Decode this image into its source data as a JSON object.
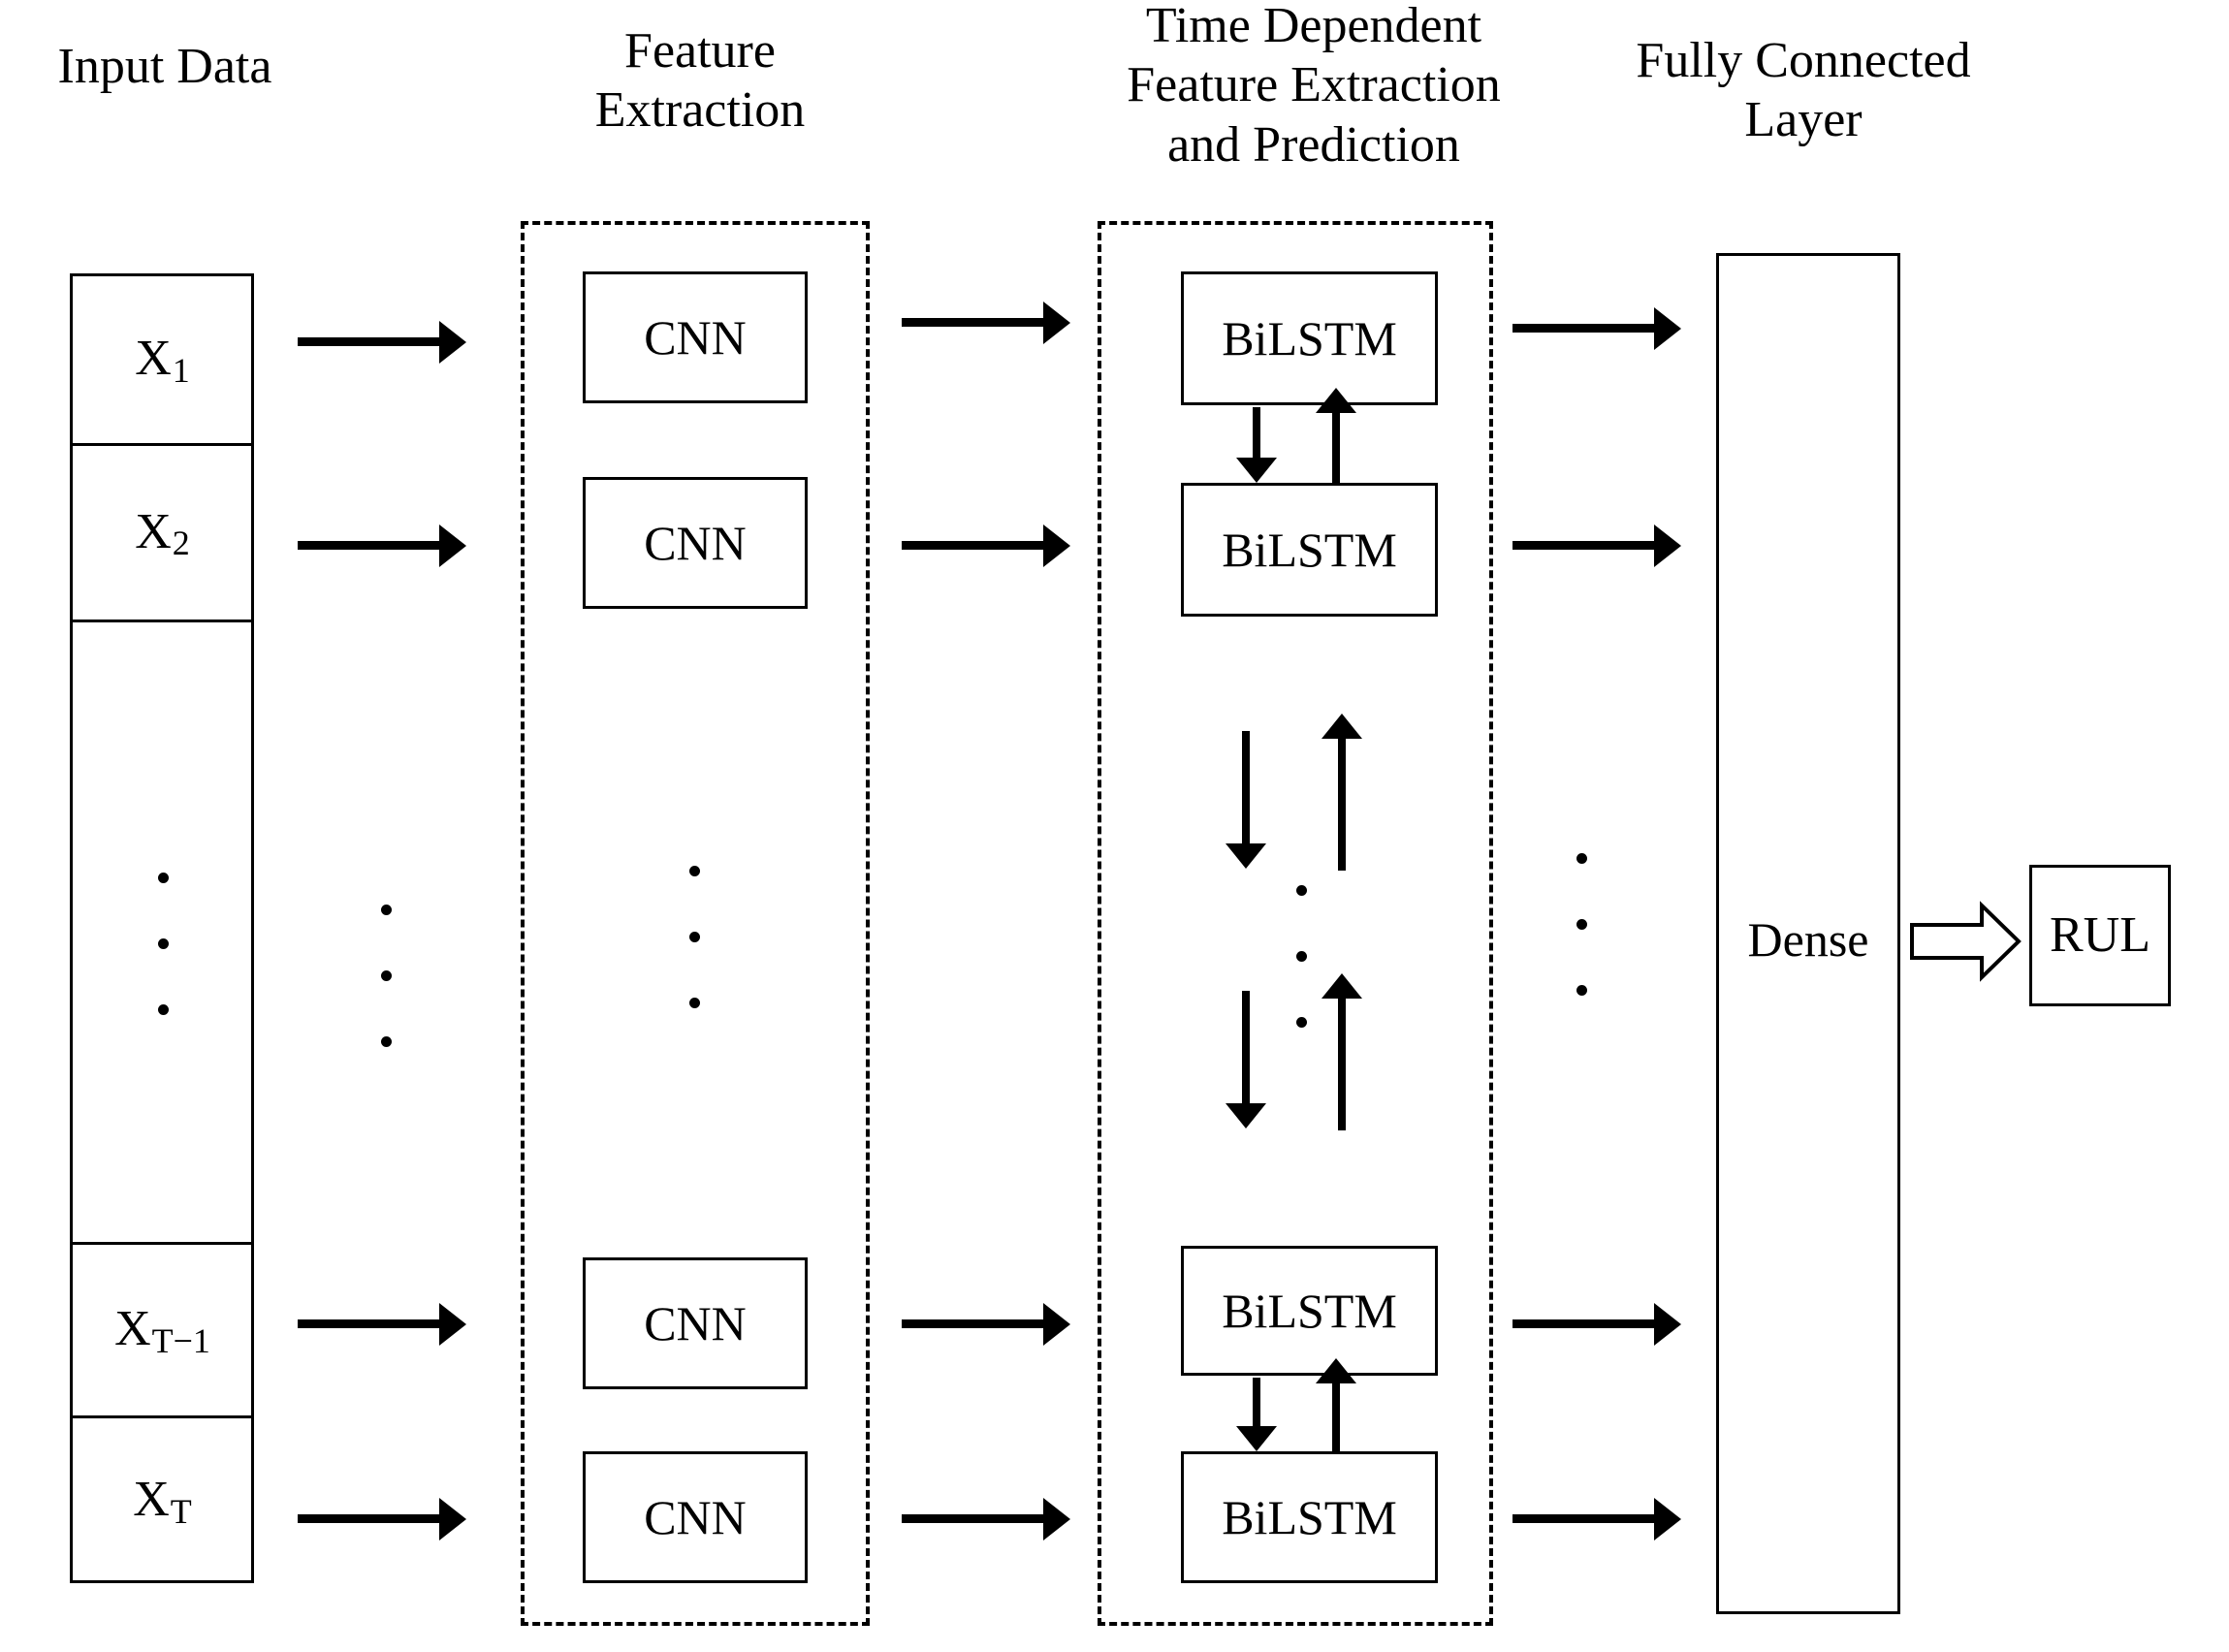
{
  "diagram": {
    "title": "CNN-BiLSTM RUL prediction architecture",
    "background_color": "#ffffff",
    "line_color": "#000000"
  },
  "headings": {
    "input_data": "Input Data",
    "feature_extraction": "Feature\nExtraction",
    "time_dependent": "Time Dependent\nFeature Extraction\nand Prediction",
    "fully_connected": "Fully Connected\nLayer"
  },
  "input_column": {
    "cells": [
      {
        "base": "X",
        "sub": "1"
      },
      {
        "base": "X",
        "sub": "2"
      },
      {
        "base": "X",
        "sub": "T−1"
      },
      {
        "base": "X",
        "sub": "T"
      }
    ]
  },
  "feature_extraction": {
    "blocks": [
      {
        "label": "CNN"
      },
      {
        "label": "CNN"
      },
      {
        "label": "CNN"
      },
      {
        "label": "CNN"
      }
    ]
  },
  "time_dependent": {
    "blocks": [
      {
        "label": "BiLSTM"
      },
      {
        "label": "BiLSTM"
      },
      {
        "label": "BiLSTM"
      },
      {
        "label": "BiLSTM"
      }
    ]
  },
  "fully_connected": {
    "dense_label": "Dense"
  },
  "output": {
    "label": "RUL"
  },
  "ellipsis": {
    "glyph": "•",
    "count": 3
  }
}
